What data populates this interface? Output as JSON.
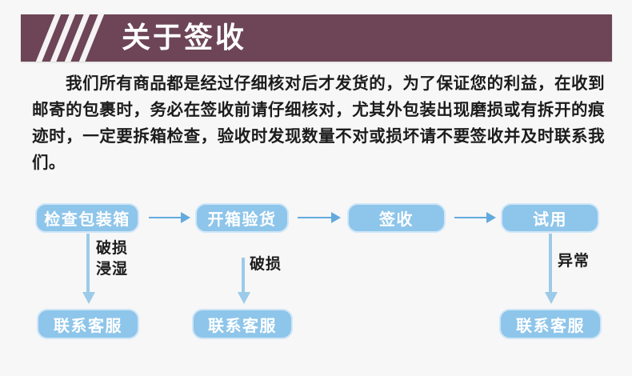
{
  "header": {
    "title": "关于签收",
    "background_color": "#6d4557",
    "stripe_color": "#f5f3f4",
    "stripe_count": 4
  },
  "intro": {
    "paragraph": "我们所有商品都是经过仔细核对后才发货的，为了保证您的利益，在收到邮寄的包裹时，务必在签收前请仔细核对，尤其外包装出现磨损或有拆开的痕迹时，一定要拆箱检查，验收时发现数量不对或损坏请不要签收并及时联系我们。"
  },
  "flowchart": {
    "box_color": "#8ec5ea",
    "box_outline_color": "#cfe6f7",
    "box_text_color": "#ffffff",
    "h_arrow_color": "#64aade",
    "v_arrow_color": "#9ccbe9",
    "steps": [
      {
        "id": "check",
        "label": "检查包装箱"
      },
      {
        "id": "open",
        "label": "开箱验货"
      },
      {
        "id": "sign",
        "label": "签收"
      },
      {
        "id": "trial",
        "label": "试用"
      }
    ],
    "branch_labels": [
      {
        "id": "damaged-soaked",
        "label": "破损\n浸湿",
        "line1": "破损",
        "line2": "浸湿"
      },
      {
        "id": "damaged",
        "label": "破损"
      },
      {
        "id": "abnormal",
        "label": "异常"
      }
    ],
    "outcomes": [
      {
        "id": "service-1",
        "label": "联系客服"
      },
      {
        "id": "service-2",
        "label": "联系客服"
      },
      {
        "id": "service-3",
        "label": "联系客服"
      }
    ]
  }
}
